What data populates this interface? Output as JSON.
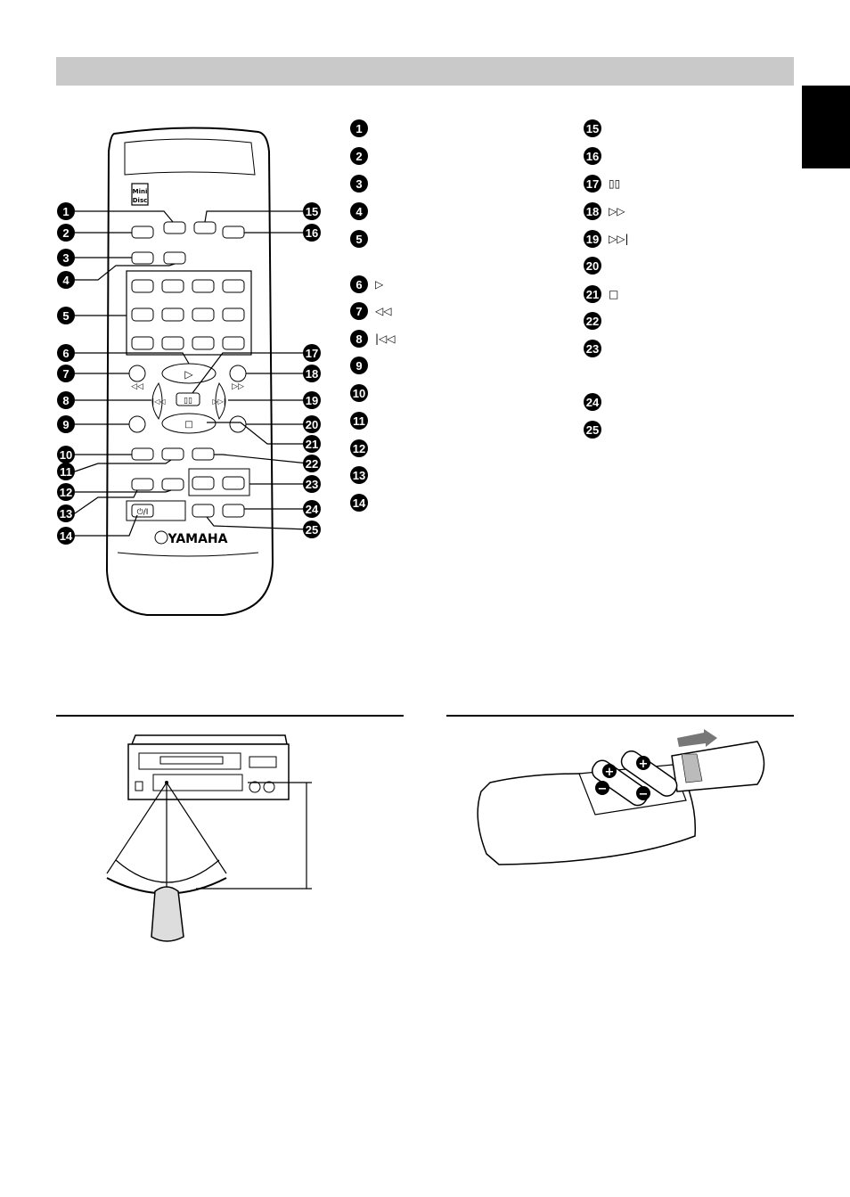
{
  "remote": {
    "brand": "YAMAHA",
    "logo_lines": [
      "Mini",
      "Disc"
    ],
    "button_symbols": {
      "play": "▷",
      "rewind": "◁◁",
      "skip_back": "|◁◁",
      "pause": "▯▯",
      "fast_forward": "▷▷",
      "skip_forward": "▷▷|",
      "stop": "□",
      "power": "⏻/I"
    },
    "callout_numbers": [
      "1",
      "2",
      "3",
      "4",
      "5",
      "6",
      "7",
      "8",
      "9",
      "10",
      "11",
      "12",
      "13",
      "14",
      "15",
      "16",
      "17",
      "18",
      "19",
      "20",
      "21",
      "22",
      "23",
      "24",
      "25"
    ]
  },
  "legend": {
    "left": [
      {
        "num": "1",
        "sym": ""
      },
      {
        "num": "2",
        "sym": ""
      },
      {
        "num": "3",
        "sym": ""
      },
      {
        "num": "4",
        "sym": ""
      },
      {
        "num": "5",
        "sym": ""
      },
      {
        "num": "6",
        "sym": "▷"
      },
      {
        "num": "7",
        "sym": "◁◁"
      },
      {
        "num": "8",
        "sym": "|◁◁"
      },
      {
        "num": "9",
        "sym": ""
      },
      {
        "num": "10",
        "sym": ""
      },
      {
        "num": "11",
        "sym": ""
      },
      {
        "num": "12",
        "sym": ""
      },
      {
        "num": "13",
        "sym": ""
      },
      {
        "num": "14",
        "sym": ""
      }
    ],
    "right": [
      {
        "num": "15",
        "sym": ""
      },
      {
        "num": "16",
        "sym": ""
      },
      {
        "num": "17",
        "sym": "▯▯"
      },
      {
        "num": "18",
        "sym": "▷▷"
      },
      {
        "num": "19",
        "sym": "▷▷|"
      },
      {
        "num": "20",
        "sym": ""
      },
      {
        "num": "21",
        "sym": "□"
      },
      {
        "num": "22",
        "sym": ""
      },
      {
        "num": "23",
        "sym": ""
      },
      {
        "num": "24",
        "sym": ""
      },
      {
        "num": "25",
        "sym": ""
      }
    ]
  },
  "battery": {
    "plus_symbol": "+",
    "minus_symbol": "−"
  }
}
